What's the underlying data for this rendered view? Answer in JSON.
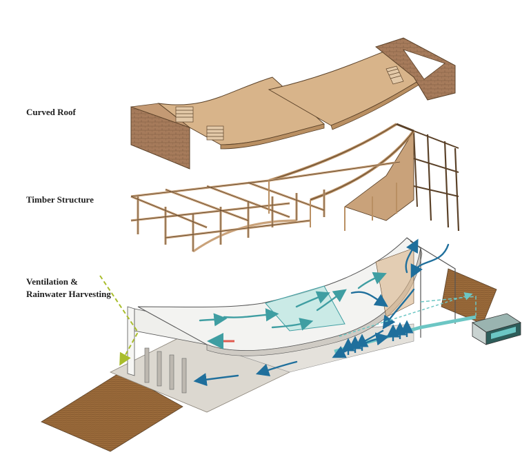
{
  "labels": {
    "curved_roof": "Curved Roof",
    "timber_structure": "Timber Structure",
    "ventilation_line1": "Ventilation &",
    "ventilation_line2": "Rainwater Harvesting"
  },
  "colors": {
    "background": "#ffffff",
    "timber": "#d8b48a",
    "timber_dark": "#b98f62",
    "timber_edge": "#5a4128",
    "brick": "#a67b5b",
    "brick_dark": "#7d5a41",
    "deck": "#9a6a3a",
    "roof_white": "#f3f3f1",
    "ground": "#dcd8d0",
    "air_teal": "#3f9ea2",
    "air_blue": "#1f6f9c",
    "water_cyan": "#6cc6c4",
    "rain_dashed": "#a9bd2c",
    "hot_air": "#e05a4f",
    "tank": "#2d5d5a"
  }
}
